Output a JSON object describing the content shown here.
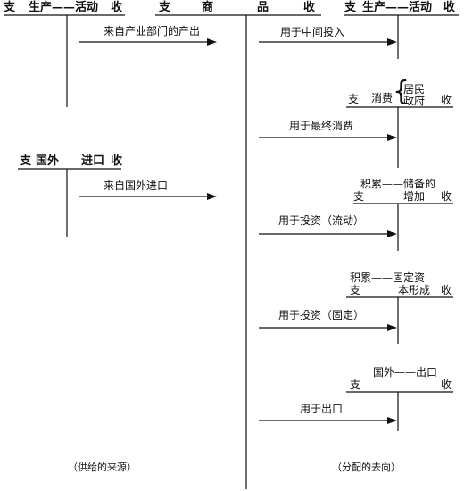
{
  "diagram": {
    "accounts": {
      "production_left": {
        "debit": "支",
        "name": "生产——活动",
        "credit": "收"
      },
      "commodity": {
        "debit": "支",
        "name": [
          "商",
          "品"
        ],
        "credit": "收"
      },
      "production_right": {
        "debit": "支",
        "name": "生产——活动",
        "credit": "收"
      },
      "rest_of_world_import": {
        "debit": "支",
        "name": "国外",
        "name2": "进口",
        "credit": "收"
      },
      "consumption": {
        "debit": "支",
        "name": "消费",
        "sub1": "居民",
        "sub2": "政府",
        "credit": "收"
      },
      "stock_accumulation": {
        "line1": "积累——储备的",
        "debit": "支",
        "line2": "增加",
        "credit": "收"
      },
      "fixed_accumulation": {
        "line1": "积累——固定资",
        "debit": "支",
        "line2": "本形成",
        "credit": "收"
      },
      "rest_of_world_export": {
        "line1": "国外——出口",
        "debit": "支",
        "credit": "收"
      }
    },
    "flows": {
      "domestic_output": "来自产业部门的产出",
      "imports": "来自国外进口",
      "intermediate": "用于中间投入",
      "final_consumption": "用于最终消费",
      "investment_current": "用于投资（流动）",
      "investment_fixed": "用于投资（固定）",
      "exports": "用于出口"
    },
    "captions": {
      "supply": "（供给的来源）",
      "destination": "（分配的去向）"
    }
  }
}
